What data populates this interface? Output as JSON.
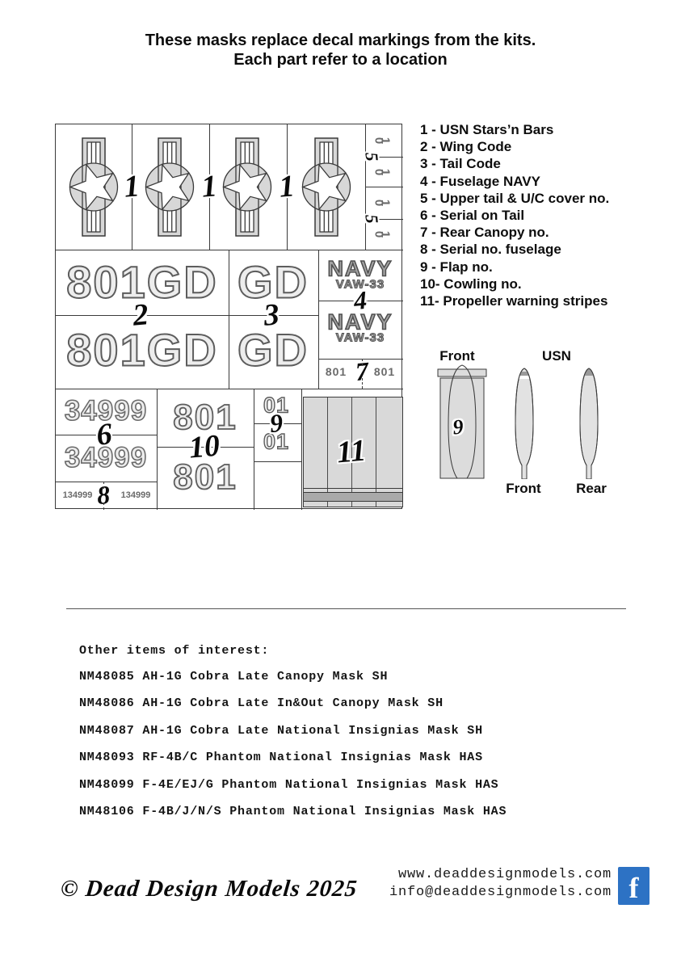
{
  "title": {
    "line1": "These masks replace decal markings from the kits.",
    "line2": "Each part refer to a location"
  },
  "legend": {
    "items": [
      "1 - USN Stars’n Bars",
      "2 - Wing Code",
      "3 - Tail Code",
      "4 - Fuselage NAVY",
      "5 - Upper tail & U/C cover no.",
      "6 - Serial on Tail",
      "7 - Rear Canopy no.",
      "8 - Serial no. fuselage",
      "9 - Flap no.",
      "10- Cowling no.",
      "11- Propeller warning stripes"
    ]
  },
  "sheet": {
    "insignia_label": "1",
    "wing_code": "801GD",
    "wing_code_label": "2",
    "tail_code": "GD",
    "tail_code_label": "3",
    "fuselage_navy_line1": "NAVY",
    "fuselage_navy_line2": "VAW-33",
    "fuselage_navy_label": "4",
    "cover_digits": [
      "0",
      "1"
    ],
    "cover_label": "5",
    "tail_serial": "34999",
    "tail_serial_label": "6",
    "canopy_no": "801",
    "canopy_label": "7",
    "fuselage_serial": "134999",
    "fuselage_serial_label": "8",
    "flap_no": "01",
    "flap_label": "9",
    "cowling_no": "801",
    "cowling_label": "10",
    "stripes_label": "11"
  },
  "props": {
    "front_label_top": "Front",
    "usn_label": "USN",
    "flap_part_no": "9",
    "front_label_bottom": "Front",
    "rear_label": "Rear"
  },
  "other": {
    "heading": "Other items of interest:",
    "items": [
      "NM48085 AH-1G Cobra Late Canopy Mask SH",
      "NM48086 AH-1G Cobra Late In&Out Canopy Mask SH",
      "NM48087 AH-1G Cobra Late National Insignias Mask SH",
      "NM48093 RF-4B/C Phantom National Insignias Mask HAS",
      "NM48099 F-4E/EJ/G Phantom National Insignias Mask HAS",
      "NM48106 F-4B/J/N/S Phantom National Insignias Mask HAS"
    ]
  },
  "footer": {
    "copyright": "© Dead Design Models 2025",
    "website": "www.deaddesignmodels.com",
    "email": "info@deaddesignmodels.com",
    "facebook_icon": "f"
  },
  "colors": {
    "facebook_blue": "#2d72c4",
    "mask_light_gray": "#d9d9d9",
    "mask_outline": "#3a3a3a",
    "warning_stripe_dark": "#a9a9a9"
  }
}
